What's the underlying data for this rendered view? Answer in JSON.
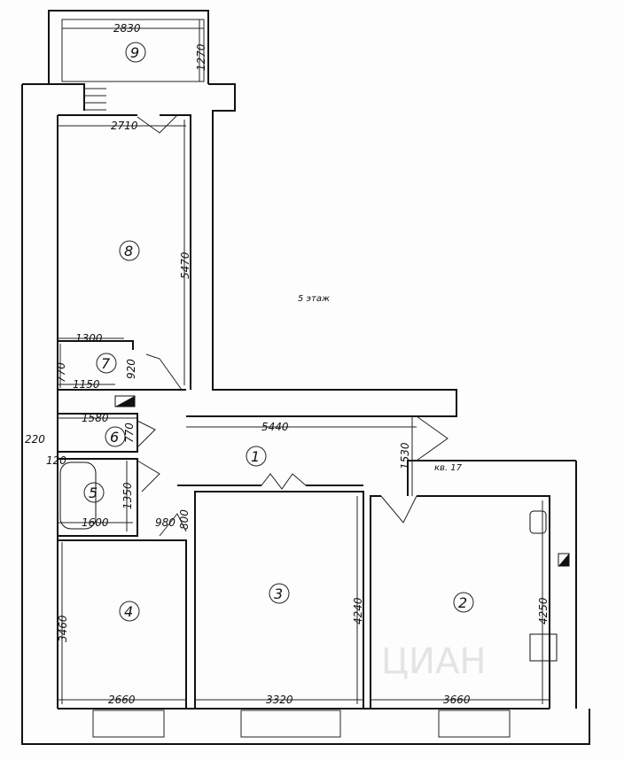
{
  "plan": {
    "floor_label": "5 этаж",
    "apartment_label": "кв. 17",
    "watermark": "ЦИАН",
    "rooms": [
      "1",
      "2",
      "3",
      "4",
      "5",
      "6",
      "7",
      "8",
      "9"
    ],
    "dimensions": {
      "r9_width": "2830",
      "r9_depth": "1270",
      "r8_width": "2710",
      "r8_length": "5470",
      "r7_width_top": "1300",
      "r7_width_bottom": "1150",
      "r7_depth": "770",
      "r7_door": "920",
      "r6_width": "1580",
      "r6_depth": "770",
      "r6_side": "220",
      "r6_small": "120",
      "r5_width": "1600",
      "r5_depth": "1350",
      "r5_door": "980",
      "r5_side": "800",
      "corridor_length": "5440",
      "corridor_width": "1530",
      "r4_width": "2660",
      "r4_depth": "3460",
      "r3_width": "3320",
      "r3_depth": "4240",
      "r2_width": "3660",
      "r2_depth": "4250"
    }
  }
}
